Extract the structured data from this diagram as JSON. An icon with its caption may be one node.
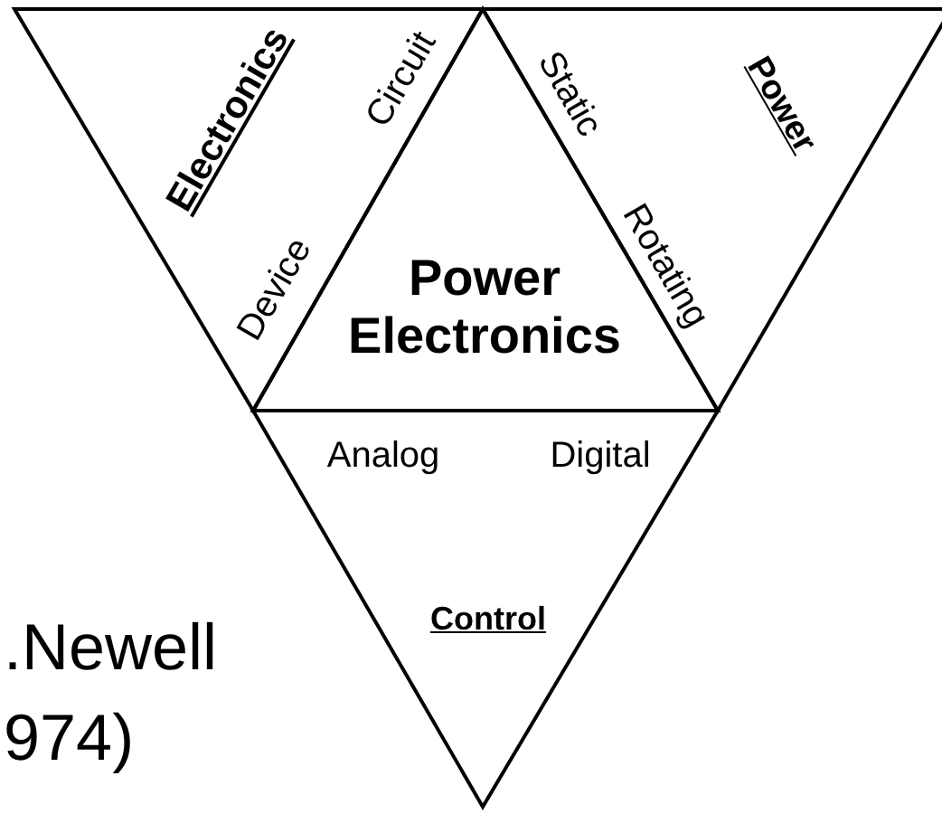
{
  "diagram": {
    "nodes": [
      {
        "text": [
          "Electronics",
          "Circuit",
          "Device"
        ]
      },
      {
        "text": [
          "Power Electronics"
        ]
      },
      {
        "text": [
          "Power",
          "Static",
          "Rotating"
        ]
      },
      {
        "text": [
          "Analog",
          "Digital",
          "Control"
        ]
      }
    ],
    "labels": [
      ".Newell",
      "974)"
    ]
  }
}
